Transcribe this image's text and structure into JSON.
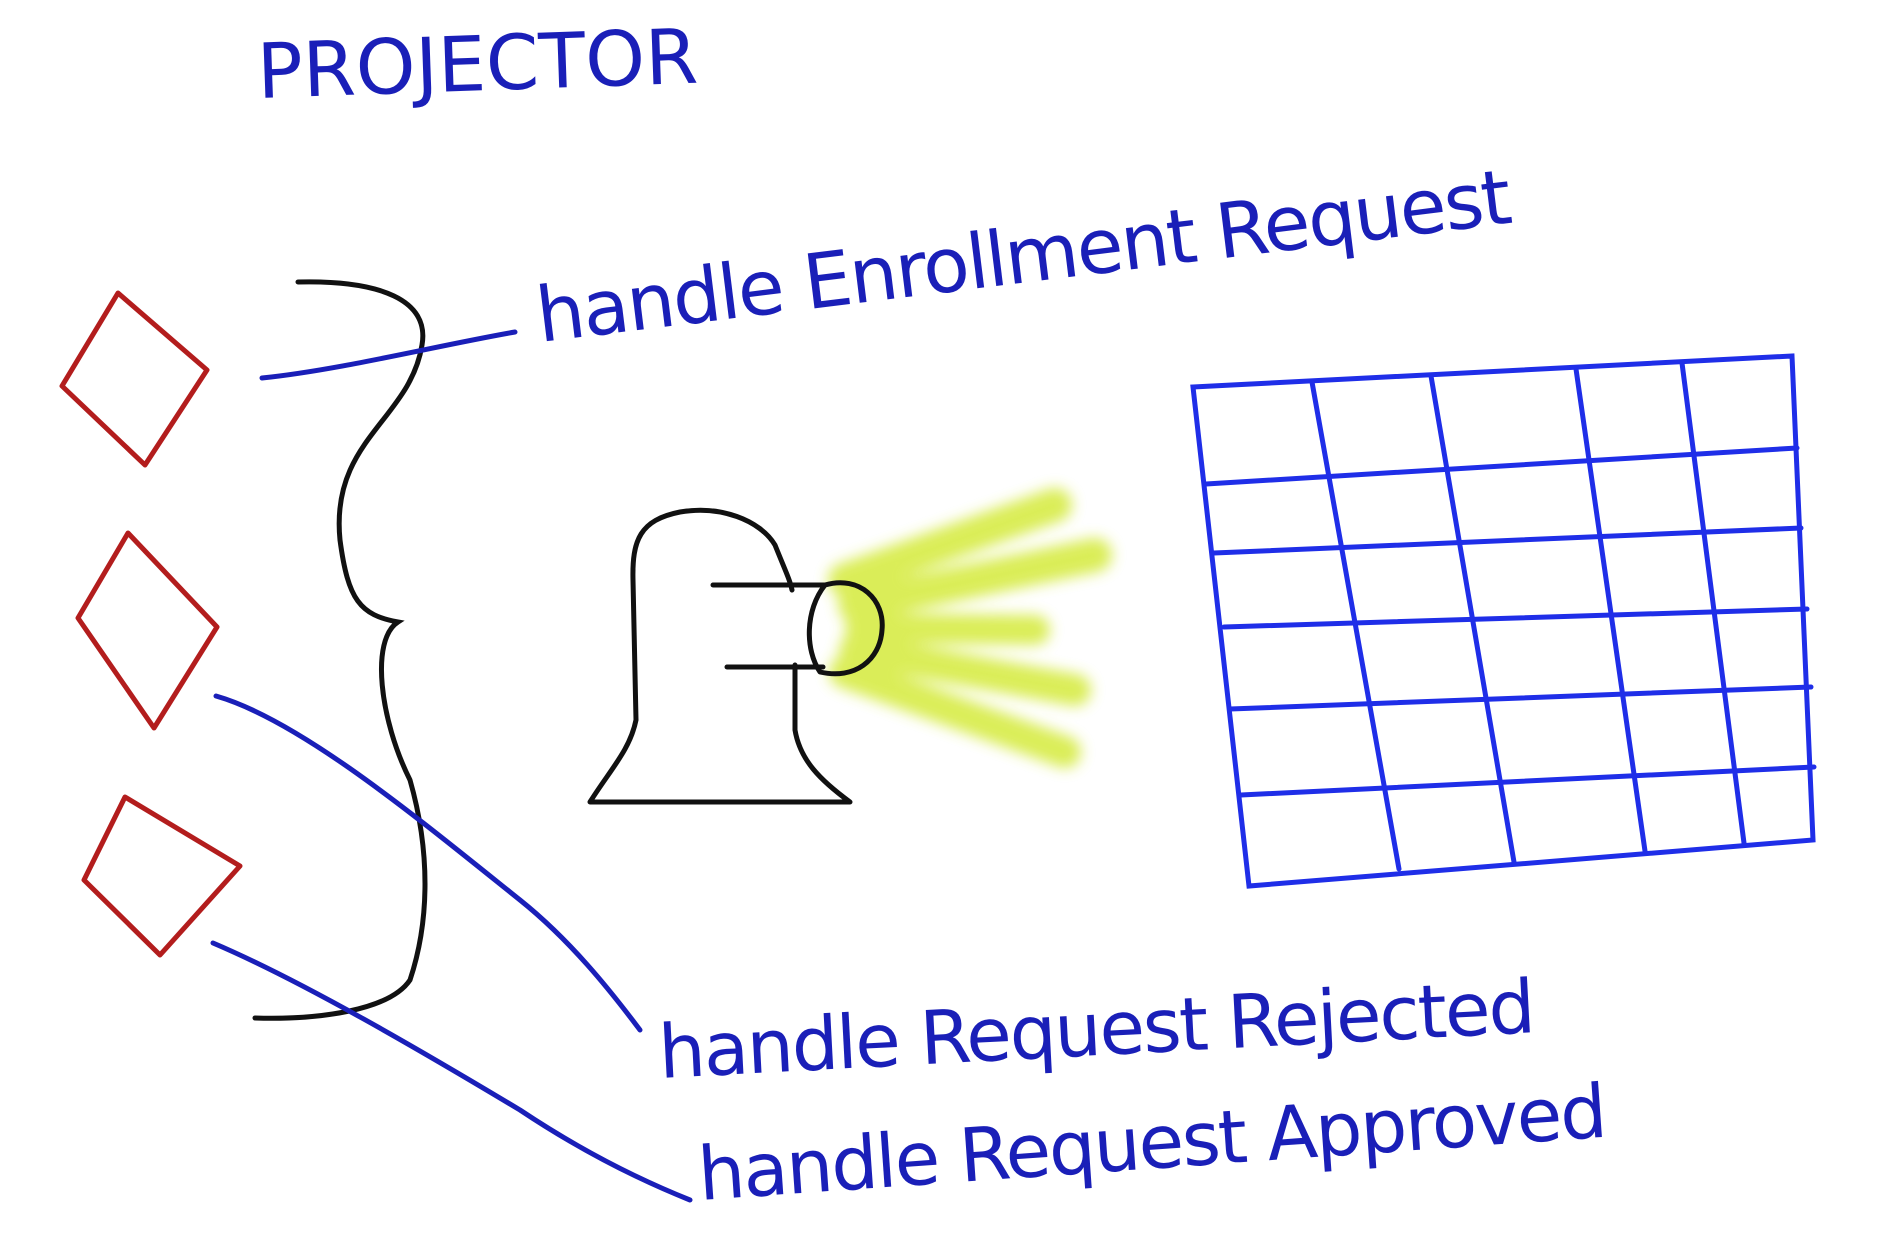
{
  "title": "PROJECTOR",
  "handlers": [
    {
      "label": "handle Enrollment Request"
    },
    {
      "label": "handle Request Rejected"
    },
    {
      "label": "handle Request Approved"
    }
  ],
  "colors": {
    "ink_blue": "#1a1fb8",
    "event_red": "#b31d1d",
    "bracket_black": "#111111",
    "grid_blue": "#1f2ee8",
    "light_beam": "#d4ea3a"
  },
  "icons": {
    "events": "diamond",
    "projector": "projector-lamp",
    "read_model": "grid-table"
  }
}
